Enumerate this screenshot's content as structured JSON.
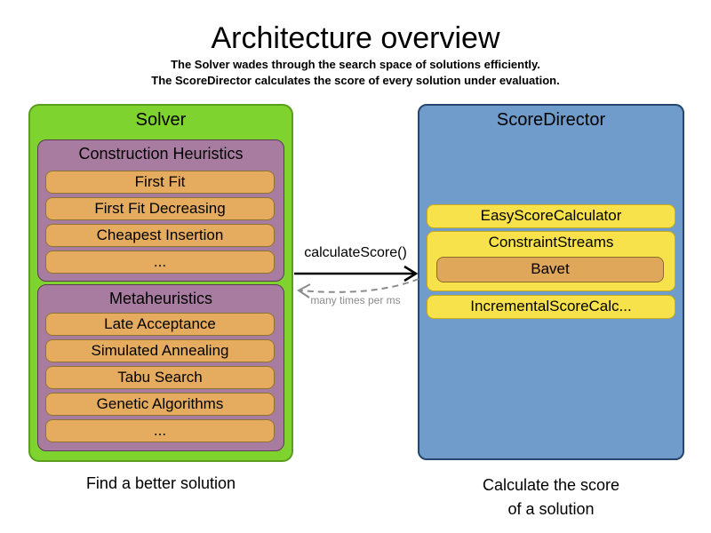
{
  "header": {
    "title": "Architecture overview",
    "subtitle1": "The Solver wades through the search space of solutions efficiently.",
    "subtitle2": "The ScoreDirector calculates the score of every solution under evaluation."
  },
  "solver": {
    "title": "Solver",
    "caption": "Find a better solution",
    "groups": [
      {
        "title": "Construction Heuristics",
        "items": [
          "First Fit",
          "First Fit Decreasing",
          "Cheapest Insertion",
          "..."
        ]
      },
      {
        "title": "Metaheuristics",
        "items": [
          "Late Acceptance",
          "Simulated Annealing",
          "Tabu Search",
          "Genetic Algorithms",
          "..."
        ]
      }
    ]
  },
  "score_director": {
    "title": "ScoreDirector",
    "caption_line1": "Calculate the score",
    "caption_line2": "of a solution",
    "calculators": [
      {
        "label": "EasyScoreCalculator"
      },
      {
        "label": "ConstraintStreams",
        "sub": "Bavet"
      },
      {
        "label": "IncrementalScoreCalc..."
      }
    ]
  },
  "interaction": {
    "call_label": "calculateScore()",
    "return_label": "many times per ms"
  },
  "colors": {
    "solver_fill": "#7FD32E",
    "solver_border": "#5A9E1B",
    "group_fill": "#A87CA0",
    "group_border": "#5C3A55",
    "item_fill": "#E5AC5F",
    "item_border": "#8F742F",
    "director_fill": "#6F9CCA",
    "director_border": "#26466F",
    "calc_fill": "#F7E24C",
    "calc_border": "#C9AD16",
    "bavet_fill": "#DFA75A",
    "bavet_border": "#8A6D2B",
    "arrow_color": "#000000",
    "return_arrow_color": "#8C8C8C",
    "text_color": "#000000"
  }
}
